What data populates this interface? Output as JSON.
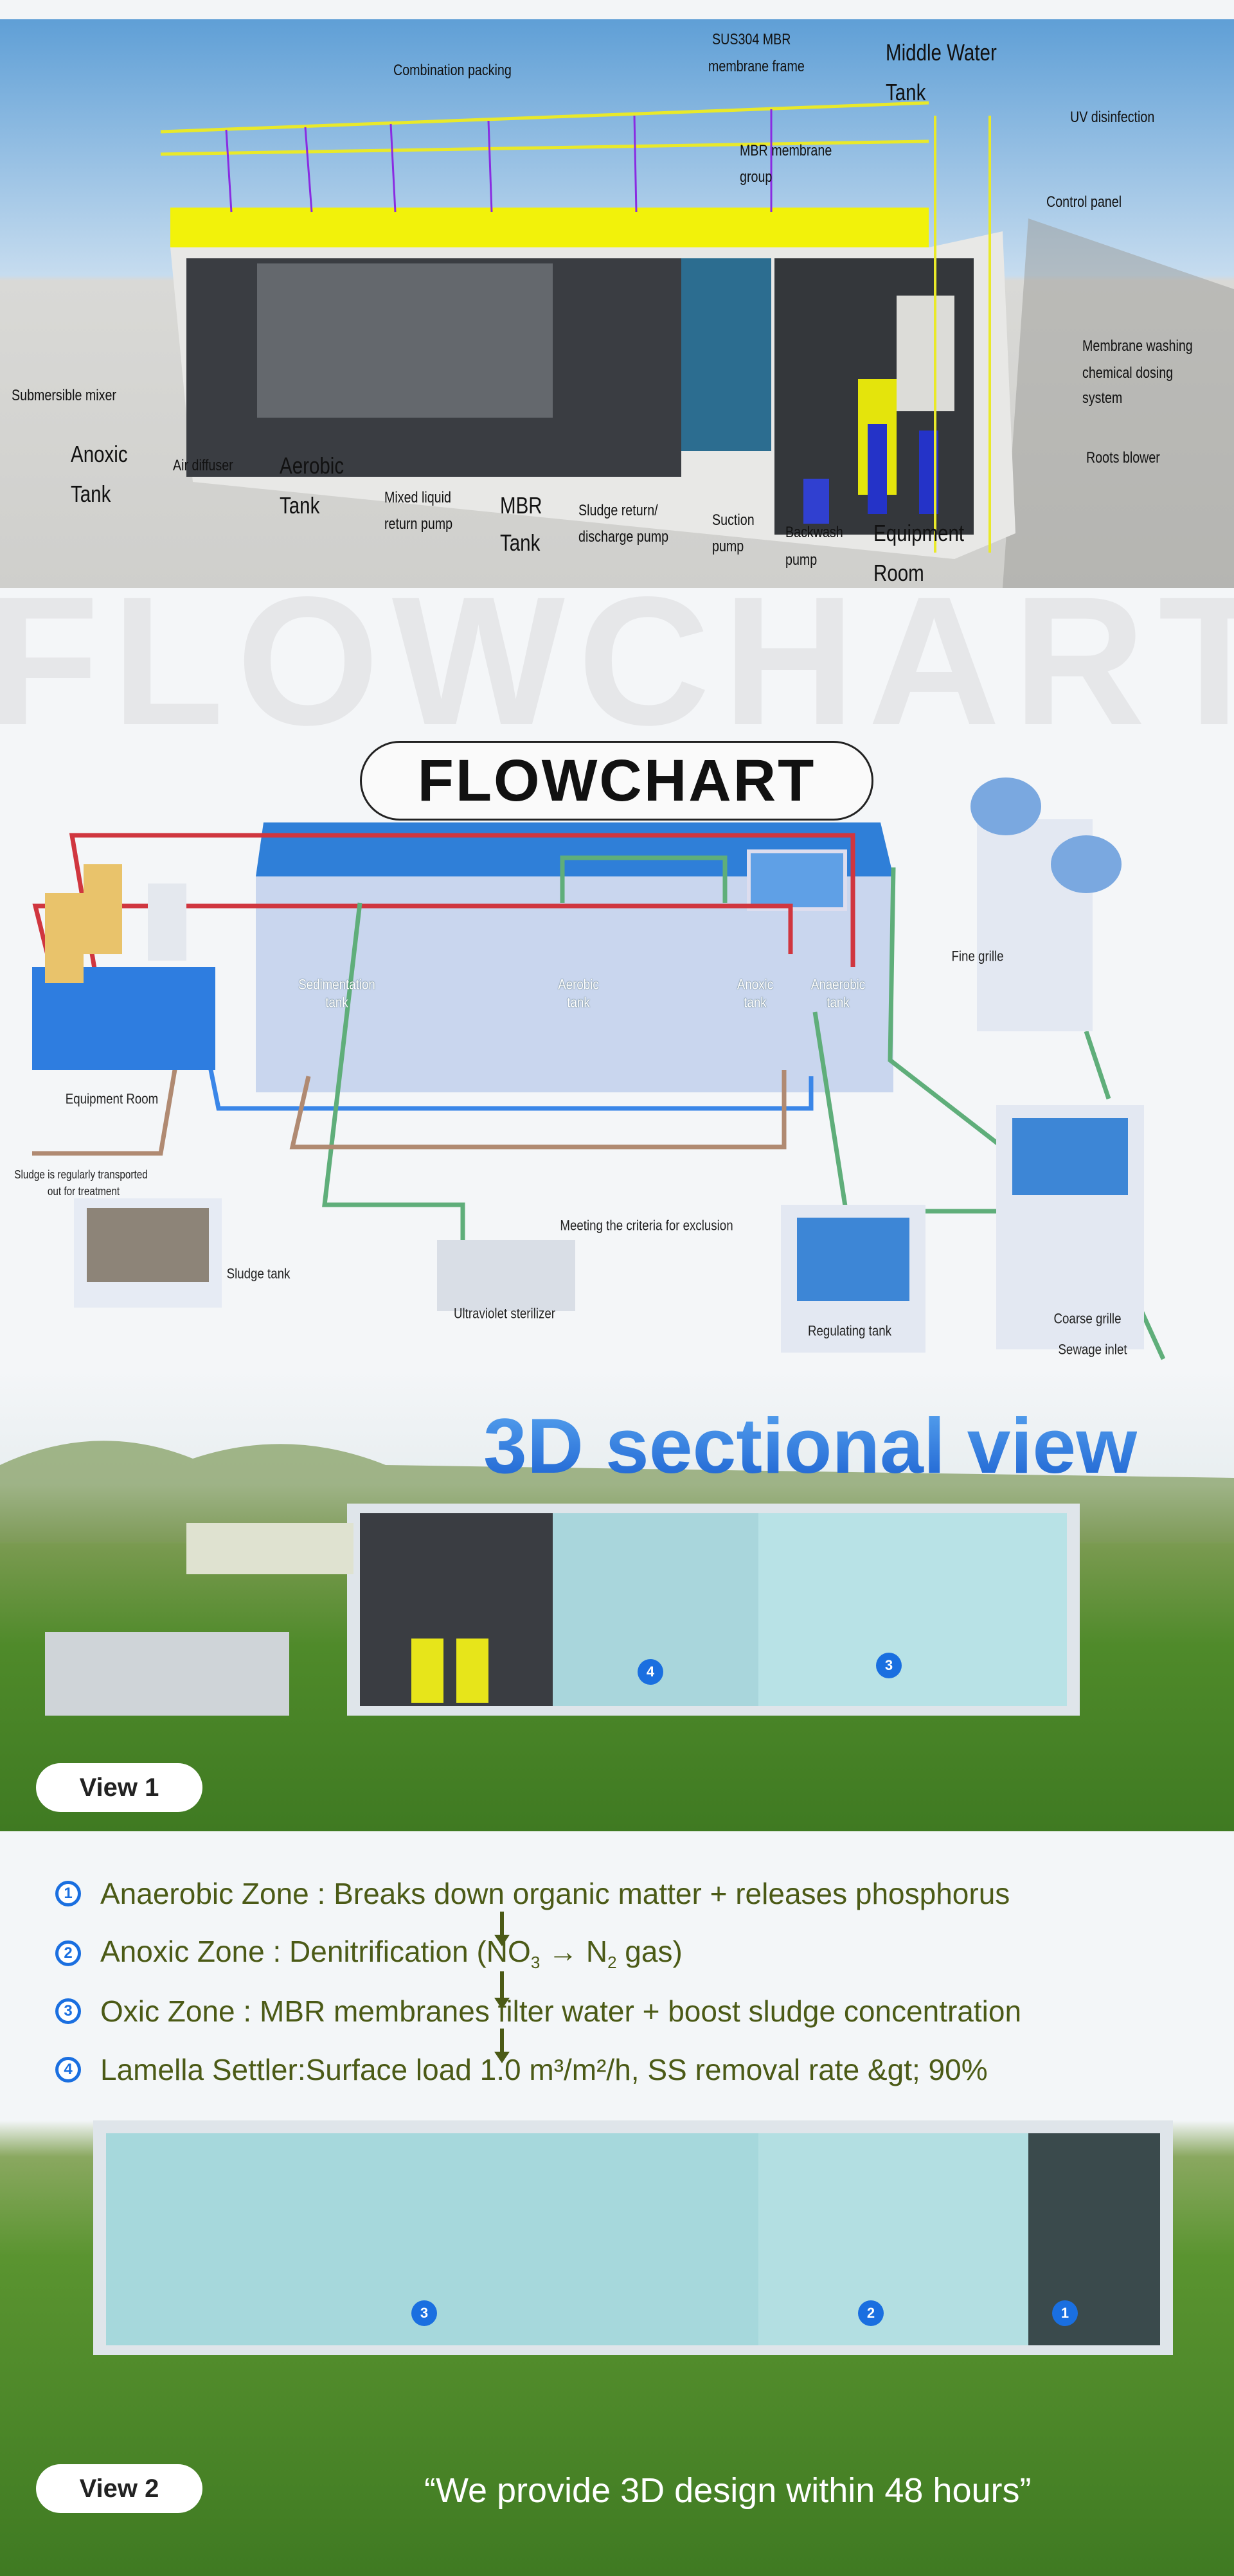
{
  "equipment_view": {
    "labels": {
      "combination_packing": "Combination packing",
      "sus304_1": "SUS304 MBR",
      "sus304_2": "membrane  frame",
      "middle_water_1": "Middle Water",
      "middle_water_2": "Tank",
      "uv": "UV disinfection",
      "mbr_group_1": "MBR membrane",
      "mbr_group_2": "group",
      "control_panel": "Control panel",
      "washing_1": "Membrane washing",
      "washing_2": "chemical dosing",
      "washing_3": "system",
      "submersible_mixer": "Submersible mixer",
      "roots_blower": "Roots blower",
      "anoxic_1": "Anoxic",
      "anoxic_2": "Tank",
      "air_diffuser": "Air diffuser",
      "aerobic_1": "Aerobic",
      "aerobic_2": "Tank",
      "mixed_1": "Mixed liquid",
      "mixed_2": "return pump",
      "mbr_1": "MBR",
      "mbr_2": "Tank",
      "sludge_1": "Sludge return/",
      "sludge_2": "discharge pump",
      "suction_1": "Suction",
      "suction_2": "pump",
      "backwash_1": "Backwash",
      "backwash_2": "pump",
      "equipment_1": "Equipment",
      "equipment_2": "Room"
    }
  },
  "flowchart": {
    "watermark": "FLOWCHART",
    "title": "FLOWCHART",
    "labels": {
      "sedimentation": "Sedimentation\ntank",
      "aerobic": "Aerobic\ntank",
      "anoxic": "Anoxic\ntank",
      "anaerobic": "Anaerobic\ntank",
      "fine_grille": "Fine grille",
      "equipment_room": "Equipment Room",
      "sludge_transport_1": "Sludge is regularly transported",
      "sludge_transport_2": "out for treatment",
      "sludge_tank": "Sludge tank",
      "meeting": "Meeting the criteria for exclusion",
      "uv": "Ultraviolet sterilizer",
      "regulating": "Regulating tank",
      "coarse_grille": "Coarse grille",
      "sewage_inlet": "Sewage inlet"
    },
    "colors": {
      "return_pipe": "#d0363f",
      "air_pipe": "#3a86e8",
      "water_pipe": "#5fae7a",
      "sludge_pipe": "#b08a72"
    }
  },
  "view1": {
    "title": "3D sectional view",
    "badge": "View 1",
    "markers": [
      "4",
      "3"
    ]
  },
  "zones": [
    {
      "num": "1",
      "text": "Anaerobic Zone : Breaks down organic matter + releases phosphorus"
    },
    {
      "num": "2",
      "text": "Anoxic Zone : Denitrification (NO",
      "sub1": "3",
      "mid": " → N",
      "sub2": "2",
      "end": " gas)"
    },
    {
      "num": "3",
      "text": "Oxic Zone : MBR membranes filter water + boost sludge concentration"
    },
    {
      "num": "4",
      "text": "Lamella Settler:Surface load 1.0 m³/m²/h, SS removal rate &gt; 90%"
    }
  ],
  "view2": {
    "badge": "View 2",
    "quote": "“We provide 3D design within 48 hours”",
    "markers": [
      "3",
      "2",
      "1"
    ]
  },
  "colors": {
    "accent_blue": "#1a6fe0",
    "zone_text": "#4b5a16",
    "rail_yellow": "#f2f20a"
  }
}
